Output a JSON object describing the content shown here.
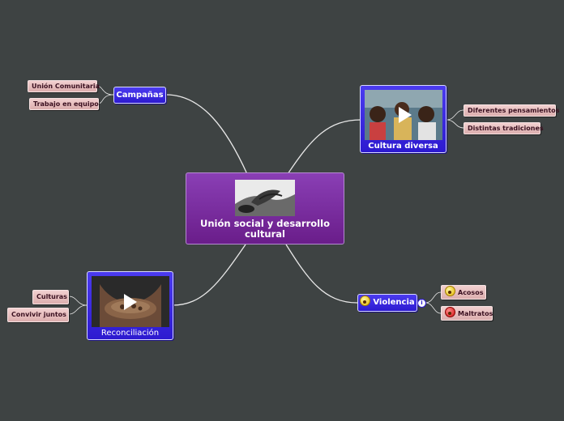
{
  "central": {
    "title": "Unión social y desarrollo cultural",
    "image": "holding-hands-photo"
  },
  "branches": {
    "campanas": {
      "label": "Campañas",
      "leaves": [
        "Unión Comunitaria",
        "Trabajo en equipo"
      ]
    },
    "cultura": {
      "label": "Cultura diversa",
      "image": "children-video-thumbnail",
      "leaves": [
        "Diferentes pensamientos",
        "Distintas tradiciones"
      ]
    },
    "reconciliacion": {
      "label": "Reconciliación",
      "image": "cupped-hands-video-thumbnail",
      "leaves": [
        "Culturas",
        "Convivir juntos"
      ]
    },
    "violencia": {
      "label": "Violencia",
      "icon": "shocked-face-icon",
      "leaves": [
        {
          "label": "Acosos",
          "icon": "surprised-face-icon"
        },
        {
          "label": "Maltratos",
          "icon": "angry-face-icon"
        }
      ]
    }
  },
  "colors": {
    "background": "#3e4343",
    "central": "#7a2aa0",
    "branch": "#3a25e0",
    "leaf": "#e8c2c2",
    "line": "#ffffff"
  }
}
